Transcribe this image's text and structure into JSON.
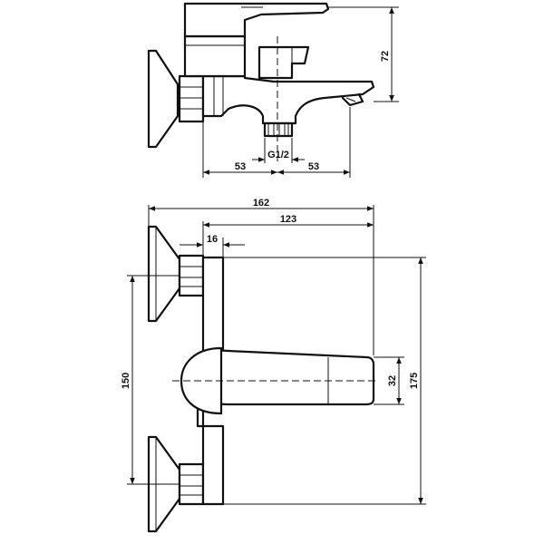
{
  "top_view": {
    "height_dim": "72",
    "thread_label": "G1/2",
    "left_offset_dim": "53",
    "right_offset_dim": "53"
  },
  "front_view": {
    "total_width_dim": "162",
    "spout_width_dim": "123",
    "pipe_offset_dim": "16",
    "centers_dim": "150",
    "total_height_dim": "175",
    "spout_height_dim": "32"
  }
}
